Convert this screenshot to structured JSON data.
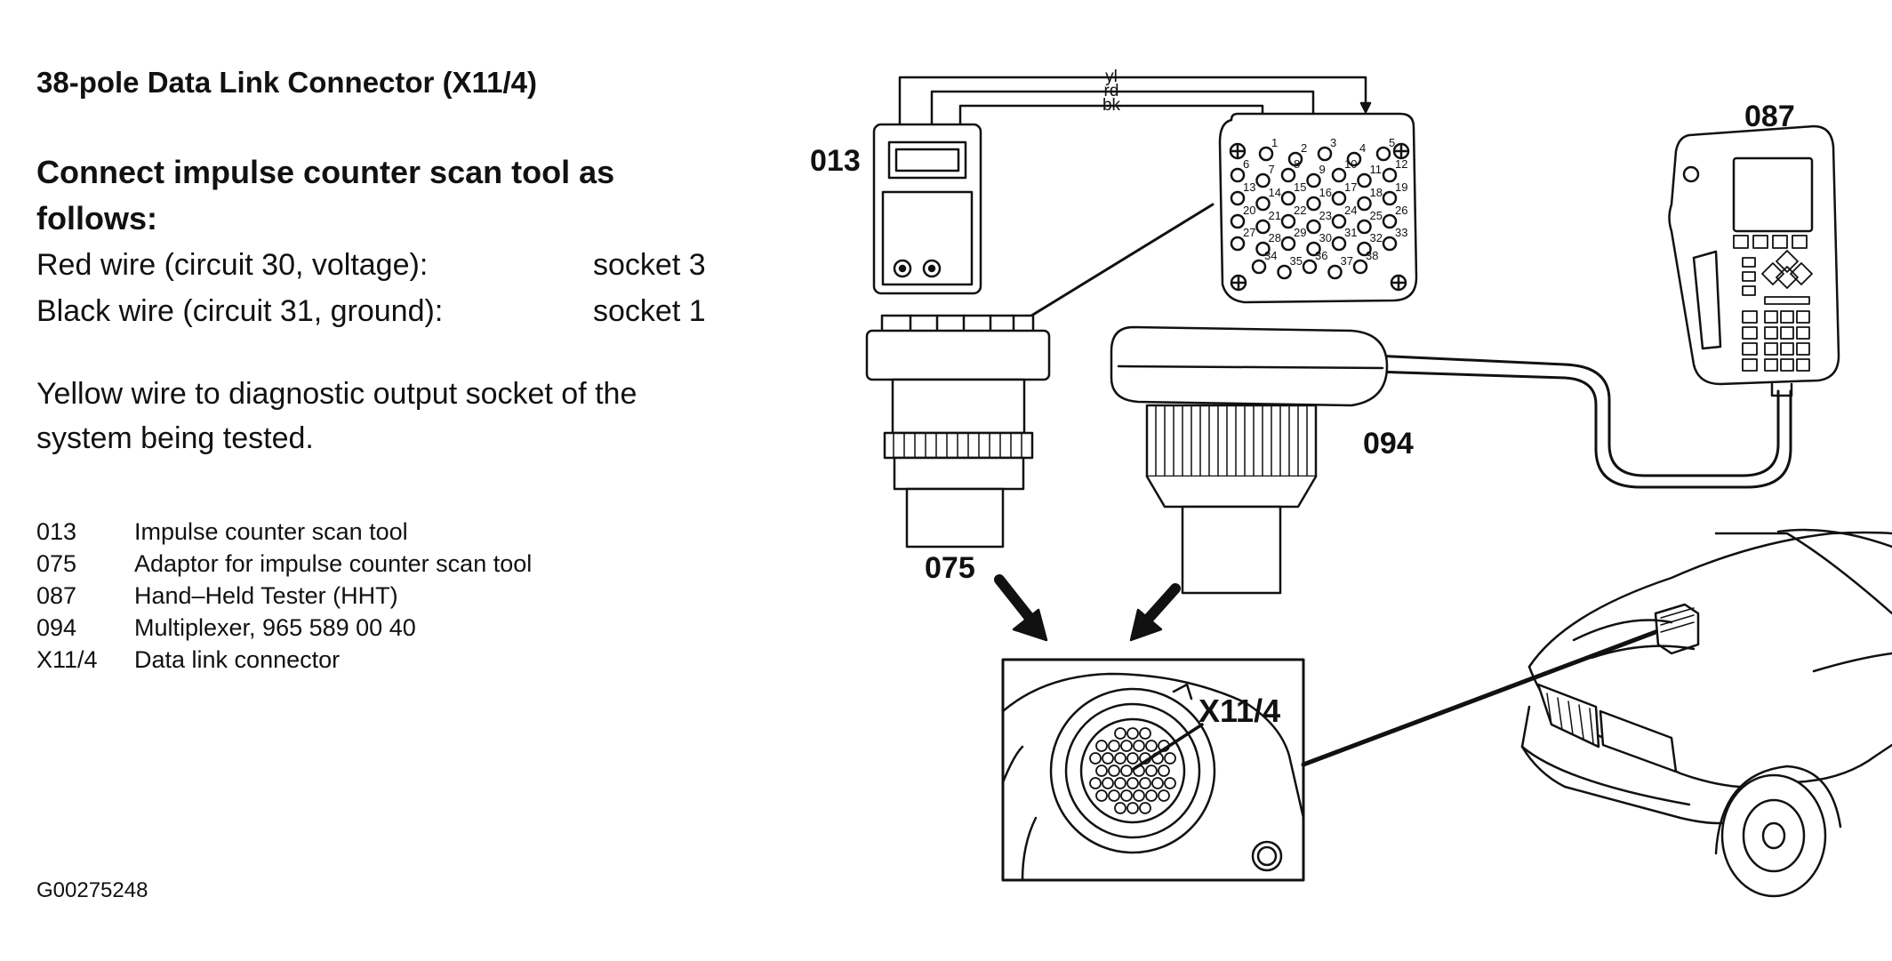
{
  "title": "38-pole Data Link Connector (X11/4)",
  "heading_line1": "Connect impulse counter scan tool as",
  "heading_line2": "follows:",
  "connections": [
    {
      "label": "Red wire (circuit 30, voltage):",
      "socket": "socket 3"
    },
    {
      "label": "Black wire (circuit  31, ground):",
      "socket": "socket 1"
    }
  ],
  "paragraph_line1": "Yellow wire to diagnostic output socket of the",
  "paragraph_line2": "system being tested.",
  "legend": [
    {
      "code": "013",
      "desc": "Impulse counter scan tool"
    },
    {
      "code": "075",
      "desc": "Adaptor for impulse counter scan tool"
    },
    {
      "code": "087",
      "desc": "Hand–Held Tester (HHT)"
    },
    {
      "code": "094",
      "desc": "Multiplexer,  965 589 00 40"
    },
    {
      "code": "X11/4",
      "desc": "Data link connector"
    }
  ],
  "figure_id": "G00275248",
  "diagram": {
    "label_013": "013",
    "label_075": "075",
    "label_087": "087",
    "label_094": "094",
    "label_x11": "X11/4",
    "wire_yl": "yl",
    "wire_rd": "rd",
    "wire_bk": "bk",
    "pins": [
      "1",
      "2",
      "3",
      "4",
      "5",
      "6",
      "7",
      "8",
      "9",
      "10",
      "11",
      "12",
      "13",
      "14",
      "15",
      "16",
      "17",
      "18",
      "19",
      "20",
      "21",
      "22",
      "23",
      "24",
      "25",
      "26",
      "27",
      "28",
      "29",
      "30",
      "31",
      "32",
      "33",
      "34",
      "35",
      "36",
      "37",
      "38"
    ]
  }
}
